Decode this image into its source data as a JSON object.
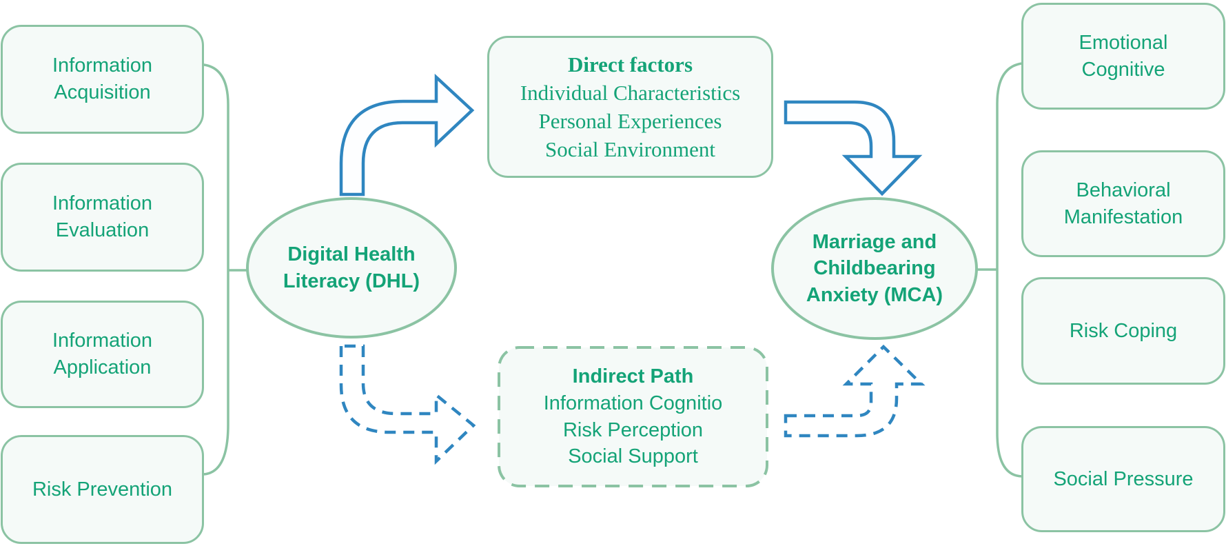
{
  "diagram": {
    "left_column": [
      {
        "text": "Information\nAcquisition"
      },
      {
        "text": "Information\nEvaluation"
      },
      {
        "text": "Information\nApplication"
      },
      {
        "text": "Risk Prevention"
      }
    ],
    "dhl_node": {
      "text": "Digital Health\nLiteracy (DHL)"
    },
    "direct_factors_box": {
      "title": "Direct factors",
      "items": "Individual Characteristics\nPersonal Experiences\nSocial Environment"
    },
    "indirect_path_box": {
      "title": "Indirect Path",
      "items": "Information Cognitio\nRisk Perception\nSocial Support"
    },
    "mca_node": {
      "text": "Marriage and\nChildbearing\nAnxiety (MCA)"
    },
    "right_column": [
      {
        "text": "Emotional\nCognitive"
      },
      {
        "text": "Behavioral\nManifestation"
      },
      {
        "text": "Risk Coping"
      },
      {
        "text": "Social Pressure"
      }
    ],
    "colors": {
      "node_border_green": "#8bc3a3",
      "text_green": "#14a377",
      "arrow_blue": "#2f86c0",
      "node_fill": "#f5faf8"
    }
  }
}
